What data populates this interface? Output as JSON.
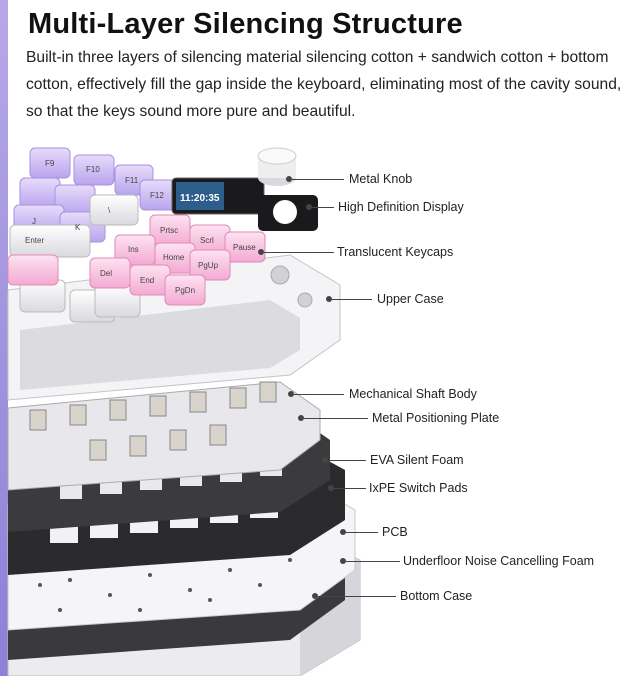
{
  "heading": "Multi-Layer Silencing Structure",
  "description": "Built-in three layers of silencing material silencing cotton + sandwich cotton + bottom cotton, effectively fill the gap inside the keyboard, eliminating most of the cavity sound, so that the keys sound more pure and beautiful.",
  "display": {
    "time": "11:20:35"
  },
  "keycaps": [
    "F9",
    "F10",
    "F11",
    "F12",
    "Prtsc",
    "Scrl",
    "Pause",
    "Ins",
    "Home",
    "PgUp",
    "Del",
    "End",
    "PgDn",
    "Enter",
    "\\",
    "J",
    "K"
  ],
  "labels": [
    "Metal Knob",
    "High Definition Display",
    "Translucent Keycaps",
    "Upper Case",
    "Mechanical Shaft Body",
    "Metal Positioning Plate",
    "EVA Silent Foam",
    "IxPE Switch Pads",
    "PCB",
    "Underfloor Noise Cancelling Foam",
    "Bottom Case"
  ],
  "colors": {
    "lavender": "#c9b6f0",
    "pink": "#f6c6e2",
    "white_key": "#f4f4f6",
    "case": "#f2f2f4",
    "foam": "#2a2a2c"
  }
}
